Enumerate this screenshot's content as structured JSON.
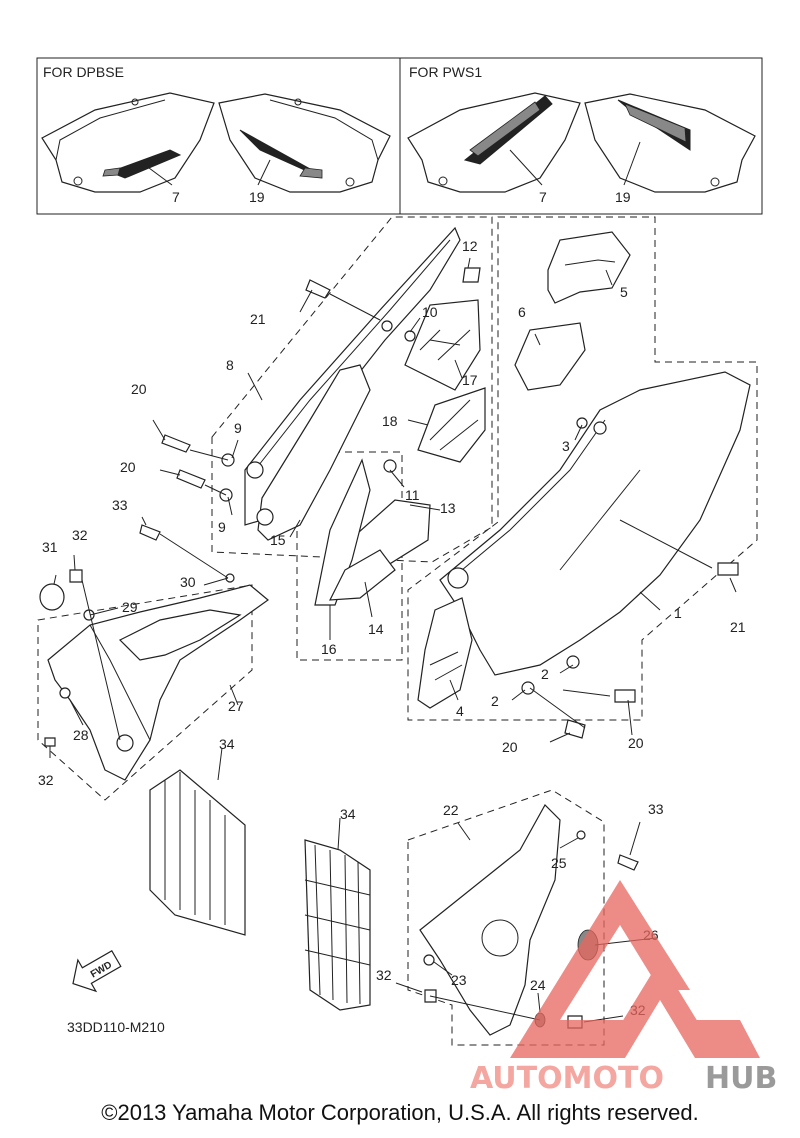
{
  "header_boxes": [
    {
      "label": "FOR DPBSE"
    },
    {
      "label": "FOR PWS1"
    }
  ],
  "callouts": [
    "7",
    "19",
    "7",
    "19",
    "12",
    "21",
    "10",
    "17",
    "5",
    "6",
    "8",
    "20",
    "9",
    "20",
    "9",
    "18",
    "3",
    "11",
    "13",
    "33",
    "15",
    "32",
    "31",
    "30",
    "29",
    "16",
    "14",
    "1",
    "21",
    "2",
    "2",
    "4",
    "27",
    "20",
    "20",
    "28",
    "32",
    "34",
    "22",
    "33",
    "34",
    "25",
    "26",
    "32",
    "23",
    "24",
    "32"
  ],
  "catalog_code": "33DD110-M210",
  "fwd_label": "FWD",
  "watermark": {
    "text_a": "AUTOMOTO",
    "text_b": "HUB",
    "color_a": "#f4a6a0",
    "color_b": "#9a9a9a",
    "logo_color": "#e8665e"
  },
  "copyright": "©2013 Yamaha Motor Corporation, U.S.A. All rights reserved."
}
